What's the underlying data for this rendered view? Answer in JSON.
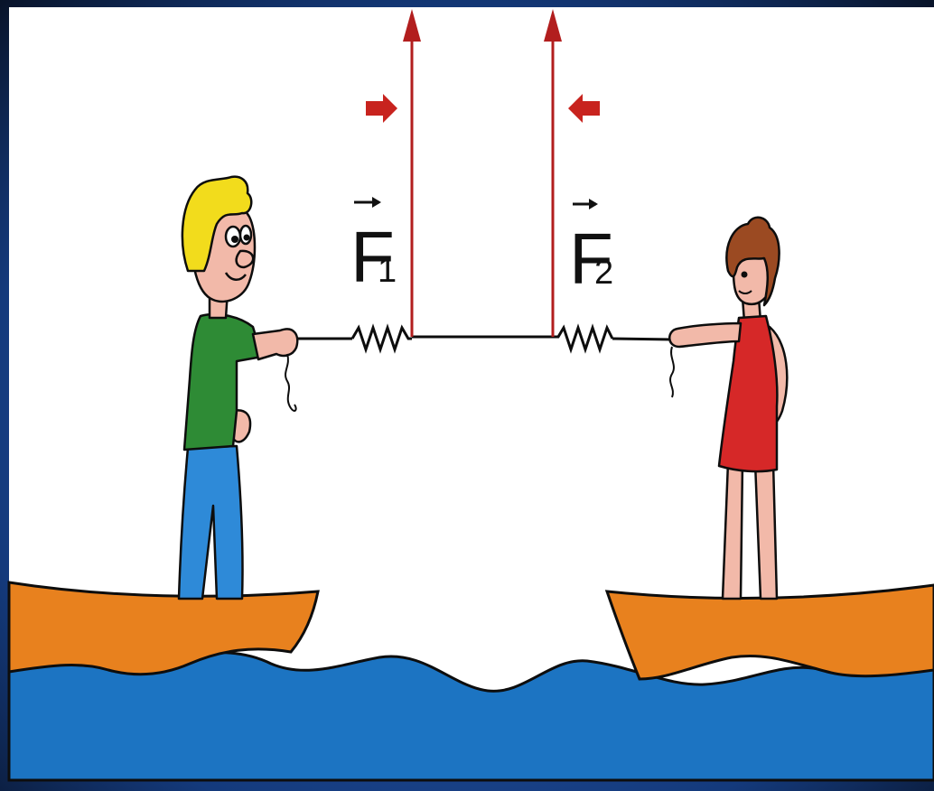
{
  "labels": {
    "force1_letter": "F",
    "force1_sub": "1",
    "force2_letter": "F",
    "force2_sub": "2"
  },
  "colors": {
    "frame_dark": "#0b1630",
    "frame_blue": "#1a3f86",
    "sky": "#ffffff",
    "water": "#1c74c2",
    "boat": "#e8811e",
    "arrow": "#b21e1e",
    "shirt": "#2e8b35",
    "jeans": "#2e8ad8",
    "dress": "#d62828",
    "hair_boy": "#f2dc1c",
    "hair_girl": "#9b4a22",
    "skin": "#f2b9a9"
  },
  "icons": {
    "force_arrow_left": "up-arrow",
    "force_arrow_right": "up-arrow",
    "push_arrow_left": "right-arrow",
    "push_arrow_right": "left-arrow",
    "spring_left": "spring",
    "spring_right": "spring"
  }
}
